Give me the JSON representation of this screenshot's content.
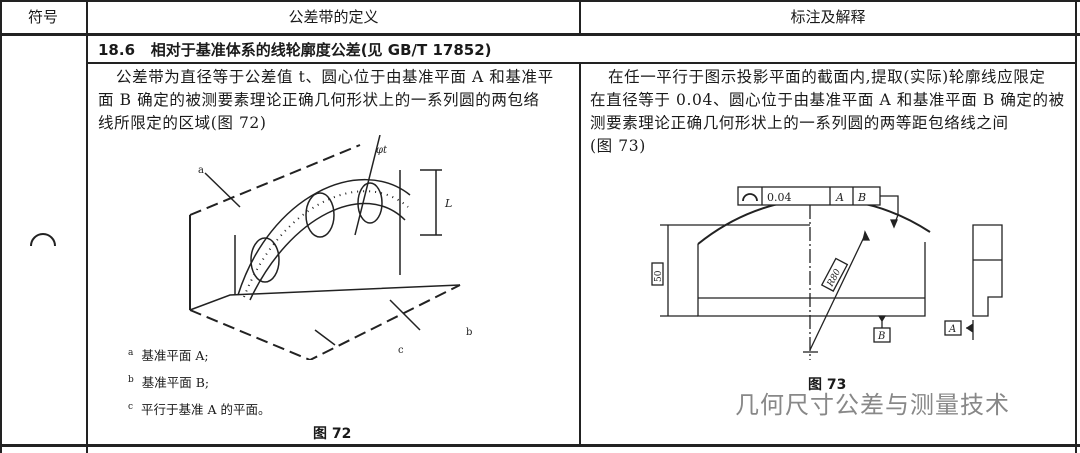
{
  "header": {
    "col_symbol": "符号",
    "col_definition": "公差带的定义",
    "col_annotation": "标注及解释"
  },
  "section": {
    "number": "18.6",
    "title": "相对于基准体系的线轮廓度公差(见 GB/T 17852)"
  },
  "symbol": {
    "name": "line-profile-symbol",
    "glyph": "⌒"
  },
  "definition": {
    "lines": [
      "公差带为直径等于公差值 t、圆心位于由基准平面 A 和基准平",
      "面 B 确定的被测要素理论正确几何形状上的一系列圆的两包络",
      "线所限定的区域(图 72)"
    ],
    "figure_labels": {
      "a": "a",
      "b": "b",
      "c": "c",
      "phi_t": "φt",
      "L": "L"
    },
    "legend": [
      {
        "key": "a",
        "text": "基准平面 A;"
      },
      {
        "key": "b",
        "text": "基准平面 B;"
      },
      {
        "key": "c",
        "text": "平行于基准 A 的平面。"
      }
    ],
    "caption": "图 72"
  },
  "annotation": {
    "lines": [
      "在任一平行于图示投影平面的截面内,提取(实际)轮廓线应限定",
      "在直径等于 0.04、圆心位于由基准平面 A 和基准平面 B 确定的被",
      "测要素理论正确几何形状上的一系列圆的两等距包络线之间",
      "(图 73)"
    ],
    "frame": {
      "tolerance": "0.04",
      "datum1": "A",
      "datum2": "B"
    },
    "dim_height": "50",
    "dim_radius": "R80",
    "datum_b": "B",
    "datum_a": "A",
    "caption": "图 73"
  },
  "watermark": "几何尺寸公差与测量技术"
}
